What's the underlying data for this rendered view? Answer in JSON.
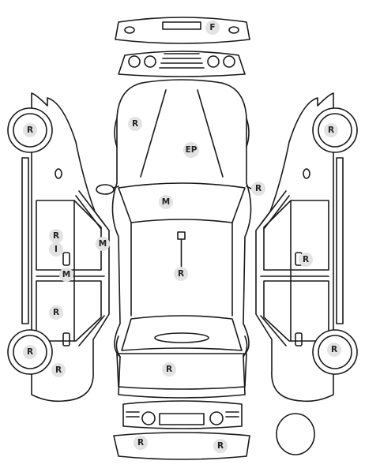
{
  "colors": {
    "line": "#1a1a1a",
    "marker_fill": "#e3e3e3",
    "marker_text": "#222222",
    "background": "#ffffff"
  },
  "markers": {
    "front_bumper_f": "F",
    "left_front_wheel": "R",
    "left_rear_wheel": "R",
    "left_rear_wheel_arch": "R",
    "left_front_door_r": "R",
    "left_front_door_i": "I",
    "left_front_door_m": "M",
    "left_mirror": "M",
    "left_rear_door": "R",
    "hood": "R",
    "hood_ep": "EP",
    "windshield": "M",
    "right_mirror": "R",
    "roof": "R",
    "trunk": "R",
    "right_front_wheel": "R",
    "right_rear_wheel": "R",
    "right_front_door": "R",
    "rear_bumper_left": "R",
    "rear_bumper_right": "R"
  }
}
